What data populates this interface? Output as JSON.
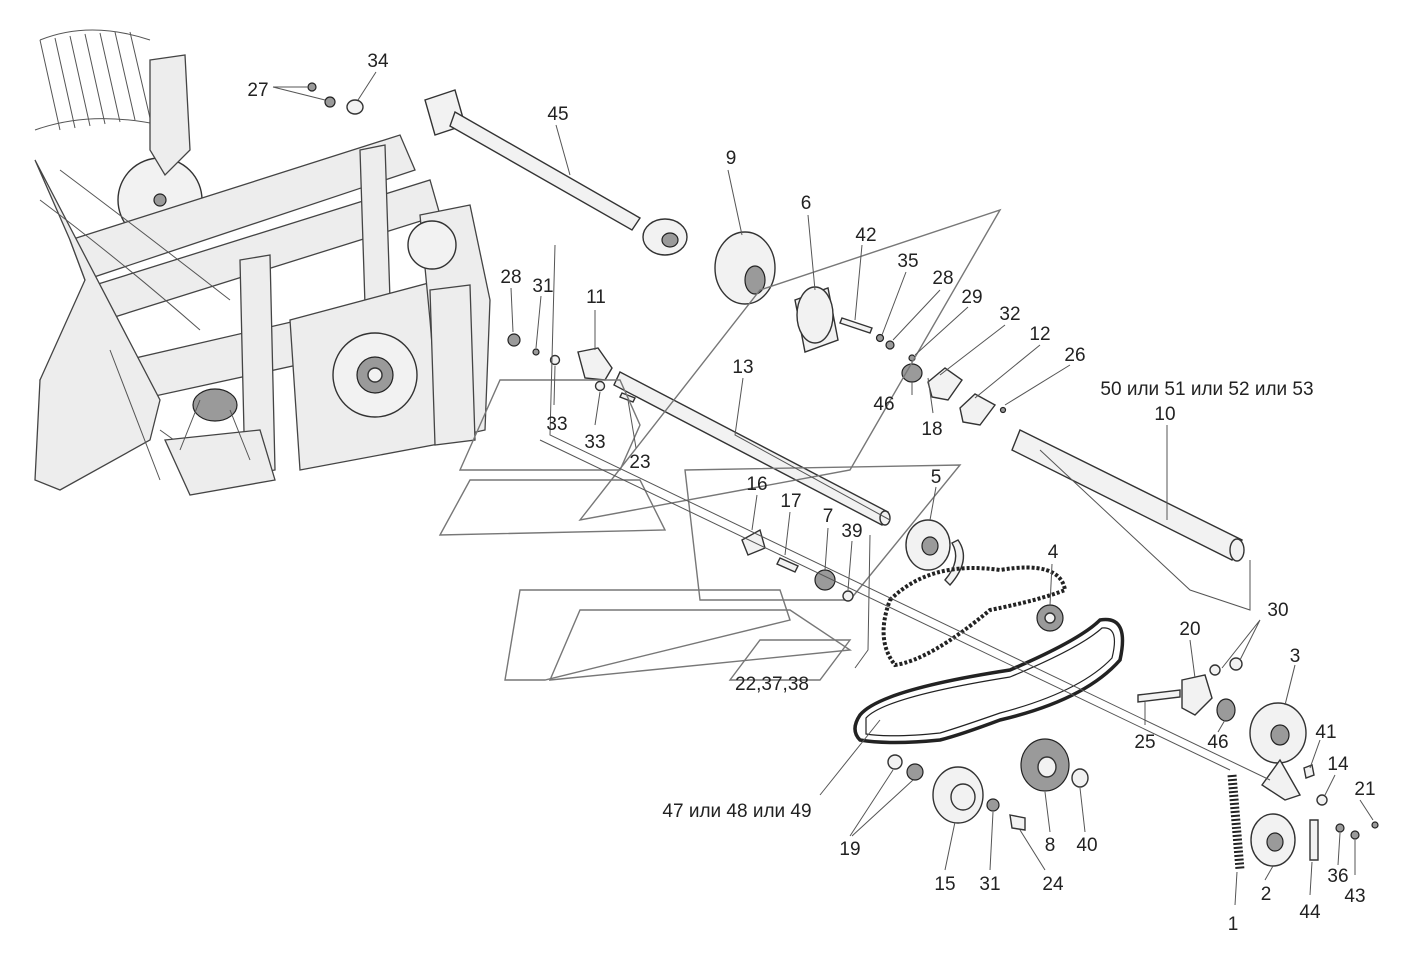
{
  "diagram": {
    "callouts": [
      {
        "id": "c1",
        "text": "1"
      },
      {
        "id": "c2",
        "text": "2"
      },
      {
        "id": "c3",
        "text": "3"
      },
      {
        "id": "c4",
        "text": "4"
      },
      {
        "id": "c5",
        "text": "5"
      },
      {
        "id": "c6",
        "text": "6"
      },
      {
        "id": "c7",
        "text": "7"
      },
      {
        "id": "c8",
        "text": "8"
      },
      {
        "id": "c9",
        "text": "9"
      },
      {
        "id": "c10",
        "text": "10"
      },
      {
        "id": "c11",
        "text": "11"
      },
      {
        "id": "c12",
        "text": "12"
      },
      {
        "id": "c13",
        "text": "13"
      },
      {
        "id": "c14",
        "text": "14"
      },
      {
        "id": "c15",
        "text": "15"
      },
      {
        "id": "c16",
        "text": "16"
      },
      {
        "id": "c17",
        "text": "17"
      },
      {
        "id": "c18",
        "text": "18"
      },
      {
        "id": "c19",
        "text": "19"
      },
      {
        "id": "c20",
        "text": "20"
      },
      {
        "id": "c21",
        "text": "21"
      },
      {
        "id": "c22",
        "text": "22,37,38"
      },
      {
        "id": "c23",
        "text": "23"
      },
      {
        "id": "c24",
        "text": "24"
      },
      {
        "id": "c25",
        "text": "25"
      },
      {
        "id": "c26",
        "text": "26"
      },
      {
        "id": "c27",
        "text": "27"
      },
      {
        "id": "c28a",
        "text": "28"
      },
      {
        "id": "c28b",
        "text": "28"
      },
      {
        "id": "c29",
        "text": "29"
      },
      {
        "id": "c30",
        "text": "30"
      },
      {
        "id": "c31a",
        "text": "31"
      },
      {
        "id": "c31b",
        "text": "31"
      },
      {
        "id": "c32",
        "text": "32"
      },
      {
        "id": "c33a",
        "text": "33"
      },
      {
        "id": "c33b",
        "text": "33"
      },
      {
        "id": "c34",
        "text": "34"
      },
      {
        "id": "c35",
        "text": "35"
      },
      {
        "id": "c36",
        "text": "36"
      },
      {
        "id": "c39",
        "text": "39"
      },
      {
        "id": "c40",
        "text": "40"
      },
      {
        "id": "c41",
        "text": "41"
      },
      {
        "id": "c42",
        "text": "42"
      },
      {
        "id": "c43",
        "text": "43"
      },
      {
        "id": "c44",
        "text": "44"
      },
      {
        "id": "c45",
        "text": "45"
      },
      {
        "id": "c46a",
        "text": "46"
      },
      {
        "id": "c46b",
        "text": "46"
      },
      {
        "id": "c47",
        "text": "47 или 48 или 49"
      },
      {
        "id": "c50",
        "text": "50 или 51 или 52 или 53"
      }
    ]
  }
}
